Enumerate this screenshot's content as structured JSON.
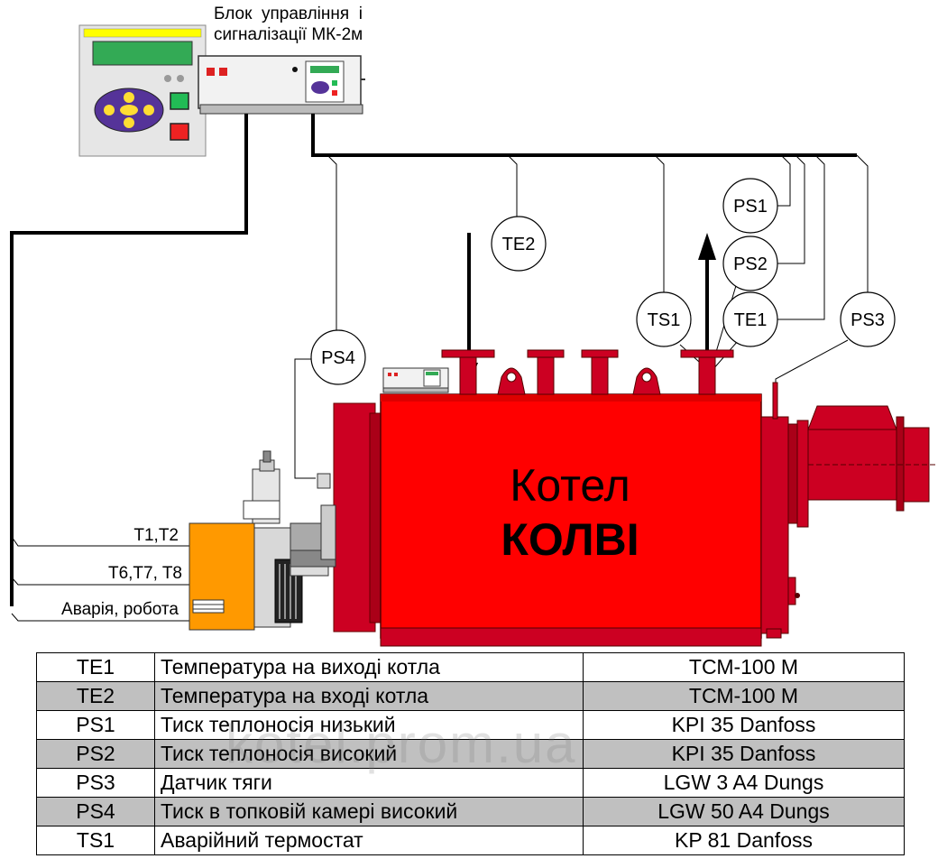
{
  "header": {
    "title_line1": "Блок  управління  і",
    "title_line2": "сигналізації МК-2м"
  },
  "boiler": {
    "label_line1": "Котел",
    "label_line2": "КОЛВІ"
  },
  "sensors": {
    "PS1": "PS1",
    "PS2": "PS2",
    "PS3": "PS3",
    "PS4": "PS4",
    "TE1": "TE1",
    "TE2": "TE2",
    "TS1": "TS1"
  },
  "burner_signals": {
    "t1t2": "T1,T2",
    "t6t7t8": "T6,T7, T8",
    "alarm": "Аварія, робота"
  },
  "legend": {
    "rows": [
      {
        "code": "TE1",
        "description": "Температура на виході котла",
        "model": "ТСМ-100 М"
      },
      {
        "code": "TE2",
        "description": "Температура на вході котла",
        "model": "ТСМ-100 М"
      },
      {
        "code": "PS1",
        "description": "Тиск теплоносія низький",
        "model": "KPI 35 Danfoss"
      },
      {
        "code": "PS2",
        "description": "Тиск теплоносія високий",
        "model": "KPI 35 Danfoss"
      },
      {
        "code": "PS3",
        "description": "Датчик тяги",
        "model": "LGW 3 A4 Dungs"
      },
      {
        "code": "PS4",
        "description": "Тиск в топковій камері високий",
        "model": "LGW 50 A4 Dungs"
      },
      {
        "code": "TS1",
        "description": "Аварійний термостат",
        "model": "KP 81 Danfoss"
      }
    ]
  },
  "watermark": "kotel.prom.ua",
  "colors": {
    "boiler": "#ff0000",
    "boiler_dark": "#c00020",
    "burner": "#ff9900"
  }
}
